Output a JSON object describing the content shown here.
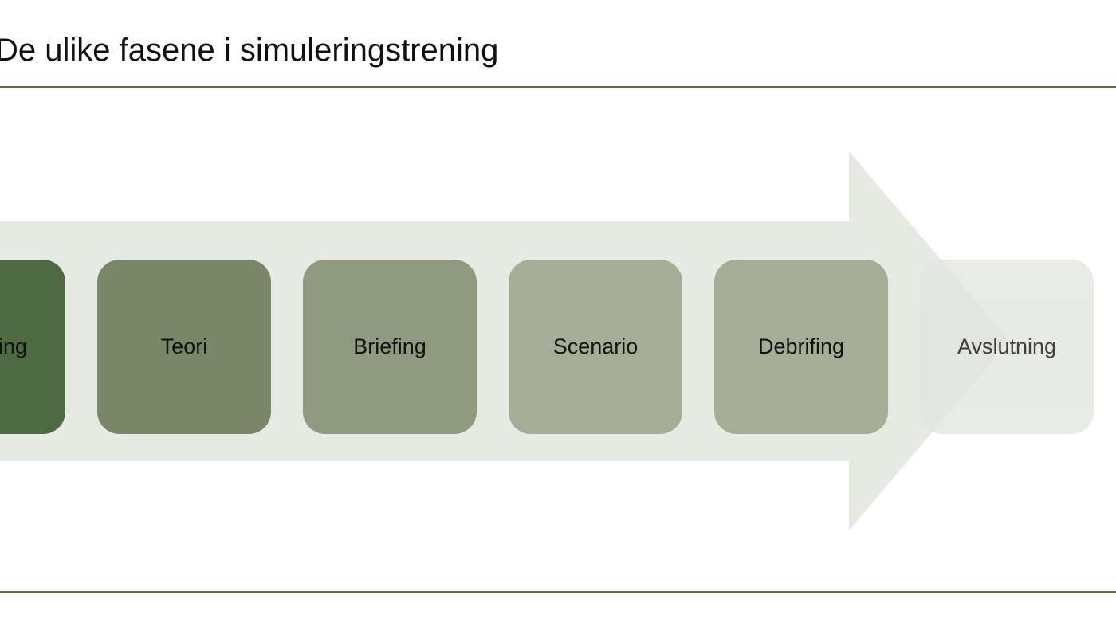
{
  "slide": {
    "title": "De ulike fasene i simuleringstrening"
  },
  "colors": {
    "rule": "#56704a",
    "arrow": "#e7e9e3",
    "text": "#111111"
  },
  "phases": [
    {
      "label": "Introduksjon og forberedning",
      "visible_label": "ing",
      "color": "#4e6a42",
      "opacity": 1
    },
    {
      "label": "Teori",
      "color": "#798768",
      "opacity": 1
    },
    {
      "label": "Briefing",
      "color": "#909a80",
      "opacity": 1
    },
    {
      "label": "Scenario",
      "color": "#a5ad96",
      "opacity": 1
    },
    {
      "label": "Debrifing",
      "color": "#a5ad96",
      "opacity": 1
    },
    {
      "label": "Avslutning",
      "color": "#e3e6e0",
      "opacity": 0.8
    }
  ]
}
